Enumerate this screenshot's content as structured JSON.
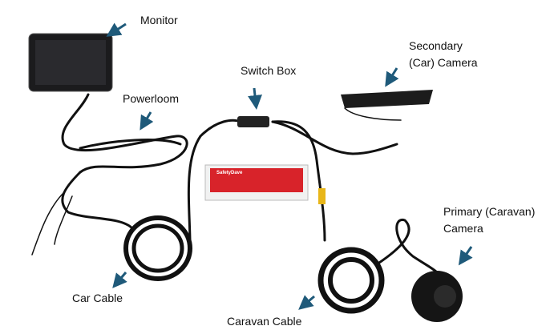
{
  "labels": {
    "monitor": "Monitor",
    "powerloom": "Powerloom",
    "switch_box": "Switch Box",
    "secondary_line1": "Secondary",
    "secondary_line2": "(Car) Camera",
    "primary_line1": "Primary (Caravan)",
    "primary_line2": "Camera",
    "car_cable": "Car Cable",
    "caravan_cable": "Caravan Cable"
  },
  "brand_logo_text": "SafetyDave",
  "colors": {
    "arrow": "#1f5a7a",
    "box_red": "#d8232a",
    "connector_yellow": "#e8b619"
  }
}
